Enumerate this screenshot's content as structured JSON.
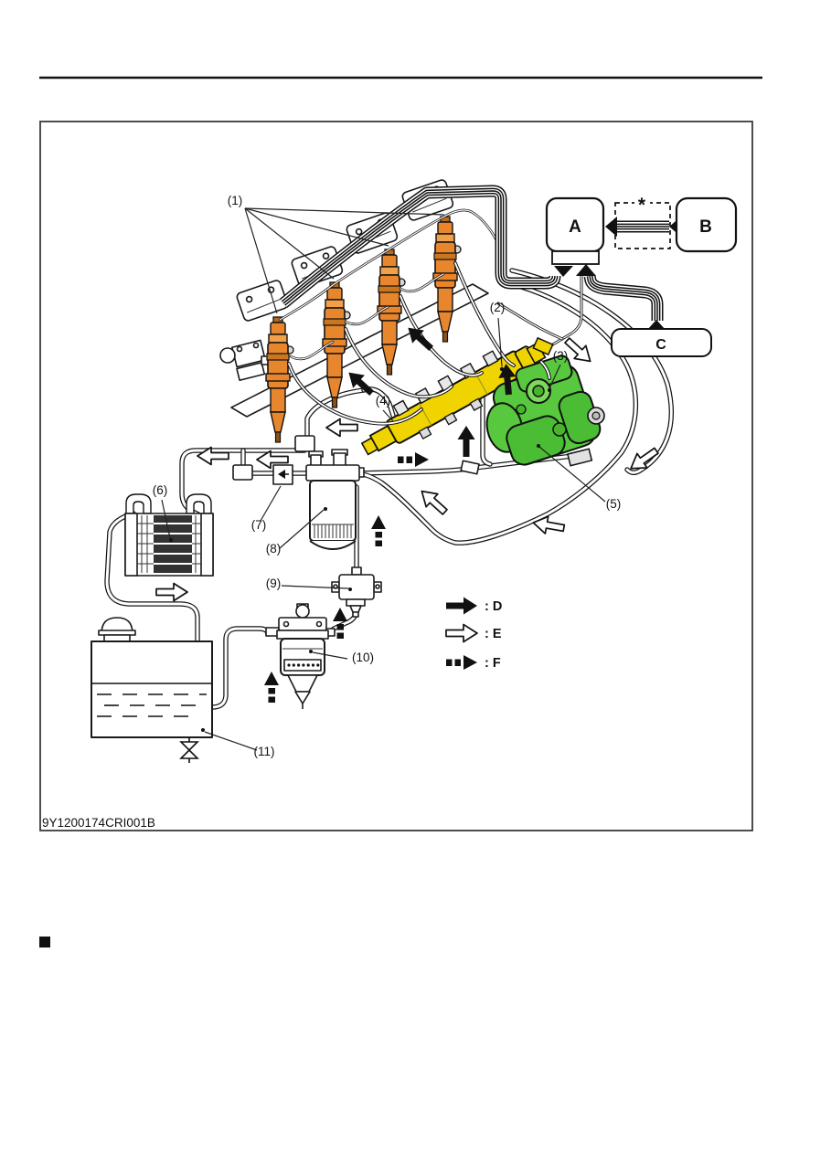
{
  "figure": {
    "code": "9Y1200174CRI001B",
    "callouts": {
      "c1": "(1)",
      "c2": "(2)",
      "c3": "(3)",
      "c4": "(4)",
      "c5": "(5)",
      "c6": "(6)",
      "c7": "(7)",
      "c8": "(8)",
      "c9": "(9)",
      "c10": "(10)",
      "c11": "(11)"
    },
    "blocks": {
      "a": "A",
      "b": "B",
      "c": "C",
      "note": "*"
    },
    "legend": {
      "d": ": D",
      "e": ": E",
      "f": ": F"
    },
    "colors": {
      "injector_orange": "#E8862D",
      "rail_yellow": "#F0D400",
      "pump_green": "#58C83F"
    }
  }
}
